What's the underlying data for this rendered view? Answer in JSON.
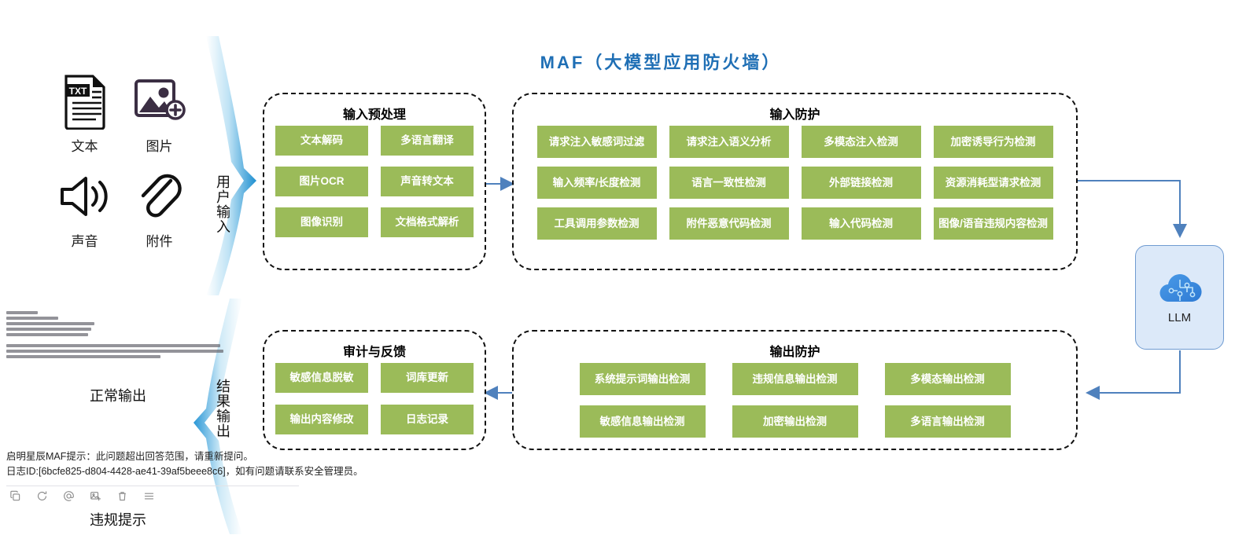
{
  "title": "MAF（大模型应用防火墙）",
  "inputs": {
    "items": [
      {
        "icon": "txt-file-icon",
        "label": "文本"
      },
      {
        "icon": "image-add-icon",
        "label": "图片"
      },
      {
        "icon": "speaker-icon",
        "label": "声音"
      },
      {
        "icon": "paperclip-icon",
        "label": "附件"
      }
    ]
  },
  "ribbons": {
    "user_input": "用户输入",
    "result_output": "结果输出"
  },
  "preprocess": {
    "title": "输入预处理",
    "chips": [
      "文本解码",
      "多语言翻译",
      "图片OCR",
      "声音转文本",
      "图像识别",
      "文档格式解析"
    ]
  },
  "input_protection": {
    "title": "输入防护",
    "chips": [
      "请求注入敏感词过滤",
      "请求注入语义分析",
      "多模态注入检测",
      "加密诱导行为检测",
      "输入频率/长度检测",
      "语言一致性检测",
      "外部链接检测",
      "资源消耗型请求检测",
      "工具调用参数检测",
      "附件恶意代码检测",
      "输入代码检测",
      "图像/语音违规内容检测"
    ]
  },
  "audit": {
    "title": "审计与反馈",
    "chips": [
      "敏感信息脱敏",
      "词库更新",
      "输出内容修改",
      "日志记录"
    ]
  },
  "output_protection": {
    "title": "输出防护",
    "chips": [
      "系统提示词输出检测",
      "违规信息输出检测",
      "多模态输出检测",
      "敏感信息输出检测",
      "加密输出检测",
      "多语言输出检测"
    ]
  },
  "llm": {
    "label": "LLM",
    "icon": "cloud-circuit-icon"
  },
  "normal_output": {
    "caption": "正常输出"
  },
  "violation": {
    "line1": "启明星辰MAF提示：此问题超出回答范围，请重新提问。",
    "line2": "日志ID:[6bcfe825-d804-4428-ae41-39af5beee8c6]，如有问题请联系安全管理员。",
    "caption": "违规提示",
    "tools": [
      "copy-icon",
      "refresh-icon",
      "at-icon",
      "save-image-icon",
      "trash-icon",
      "menu-icon"
    ]
  },
  "colors": {
    "chip_green": "#9BBB59",
    "title_blue": "#1F6FB5",
    "connector_blue": "#4F81BD",
    "llm_fill": "#DCE9F9"
  }
}
